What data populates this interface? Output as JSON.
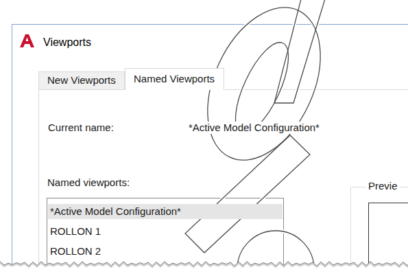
{
  "diagram": {
    "nodes": [
      {
        "text": [
          "Viewports"
        ]
      },
      {
        "text": [
          "New Viewports"
        ],
        "in": 0
      },
      {
        "text": [
          "Named Viewports"
        ],
        "in": 0
      },
      {
        "text": [
          "Named viewports:",
          "*Active Model Configuration*",
          "ROLLON 1",
          "ROLLON 2"
        ],
        "in": 0
      },
      {
        "text": [
          "Previe"
        ],
        "in": 0
      }
    ],
    "labels": [
      "Current name:",
      "*Active Model Configuration*"
    ]
  }
}
